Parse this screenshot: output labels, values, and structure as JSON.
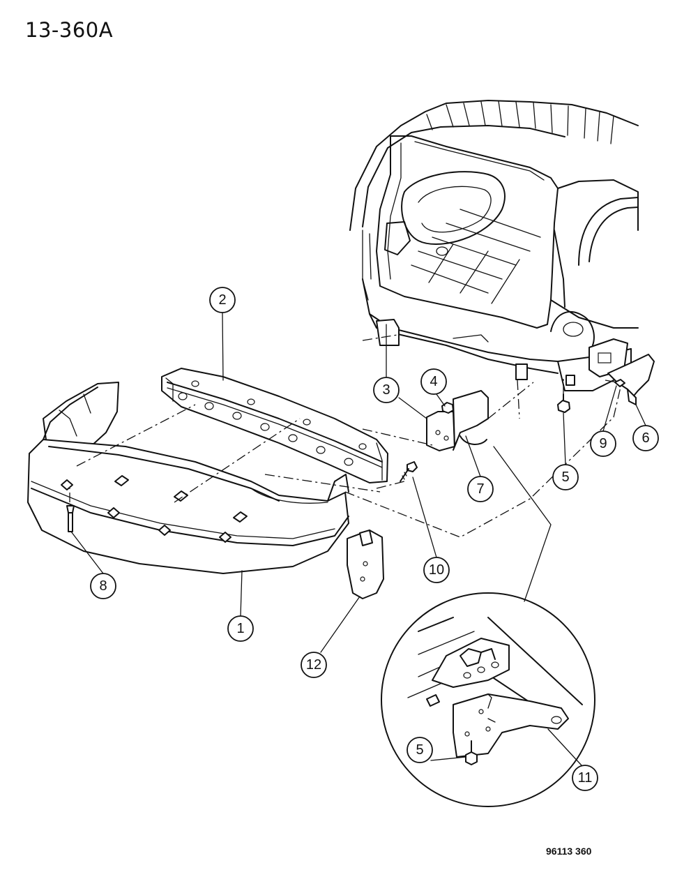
{
  "diagram_number": "13-360A",
  "reference_code": "96113  360",
  "callouts": [
    {
      "id": "c1",
      "label": "1"
    },
    {
      "id": "c2",
      "label": "2"
    },
    {
      "id": "c3",
      "label": "3"
    },
    {
      "id": "c4",
      "label": "4"
    },
    {
      "id": "c5a",
      "label": "5"
    },
    {
      "id": "c6",
      "label": "6"
    },
    {
      "id": "c7",
      "label": "7"
    },
    {
      "id": "c8",
      "label": "8"
    },
    {
      "id": "c9",
      "label": "9"
    },
    {
      "id": "c10",
      "label": "10"
    },
    {
      "id": "c11",
      "label": "11"
    },
    {
      "id": "c12",
      "label": "12"
    },
    {
      "id": "c5b",
      "label": "5"
    }
  ]
}
